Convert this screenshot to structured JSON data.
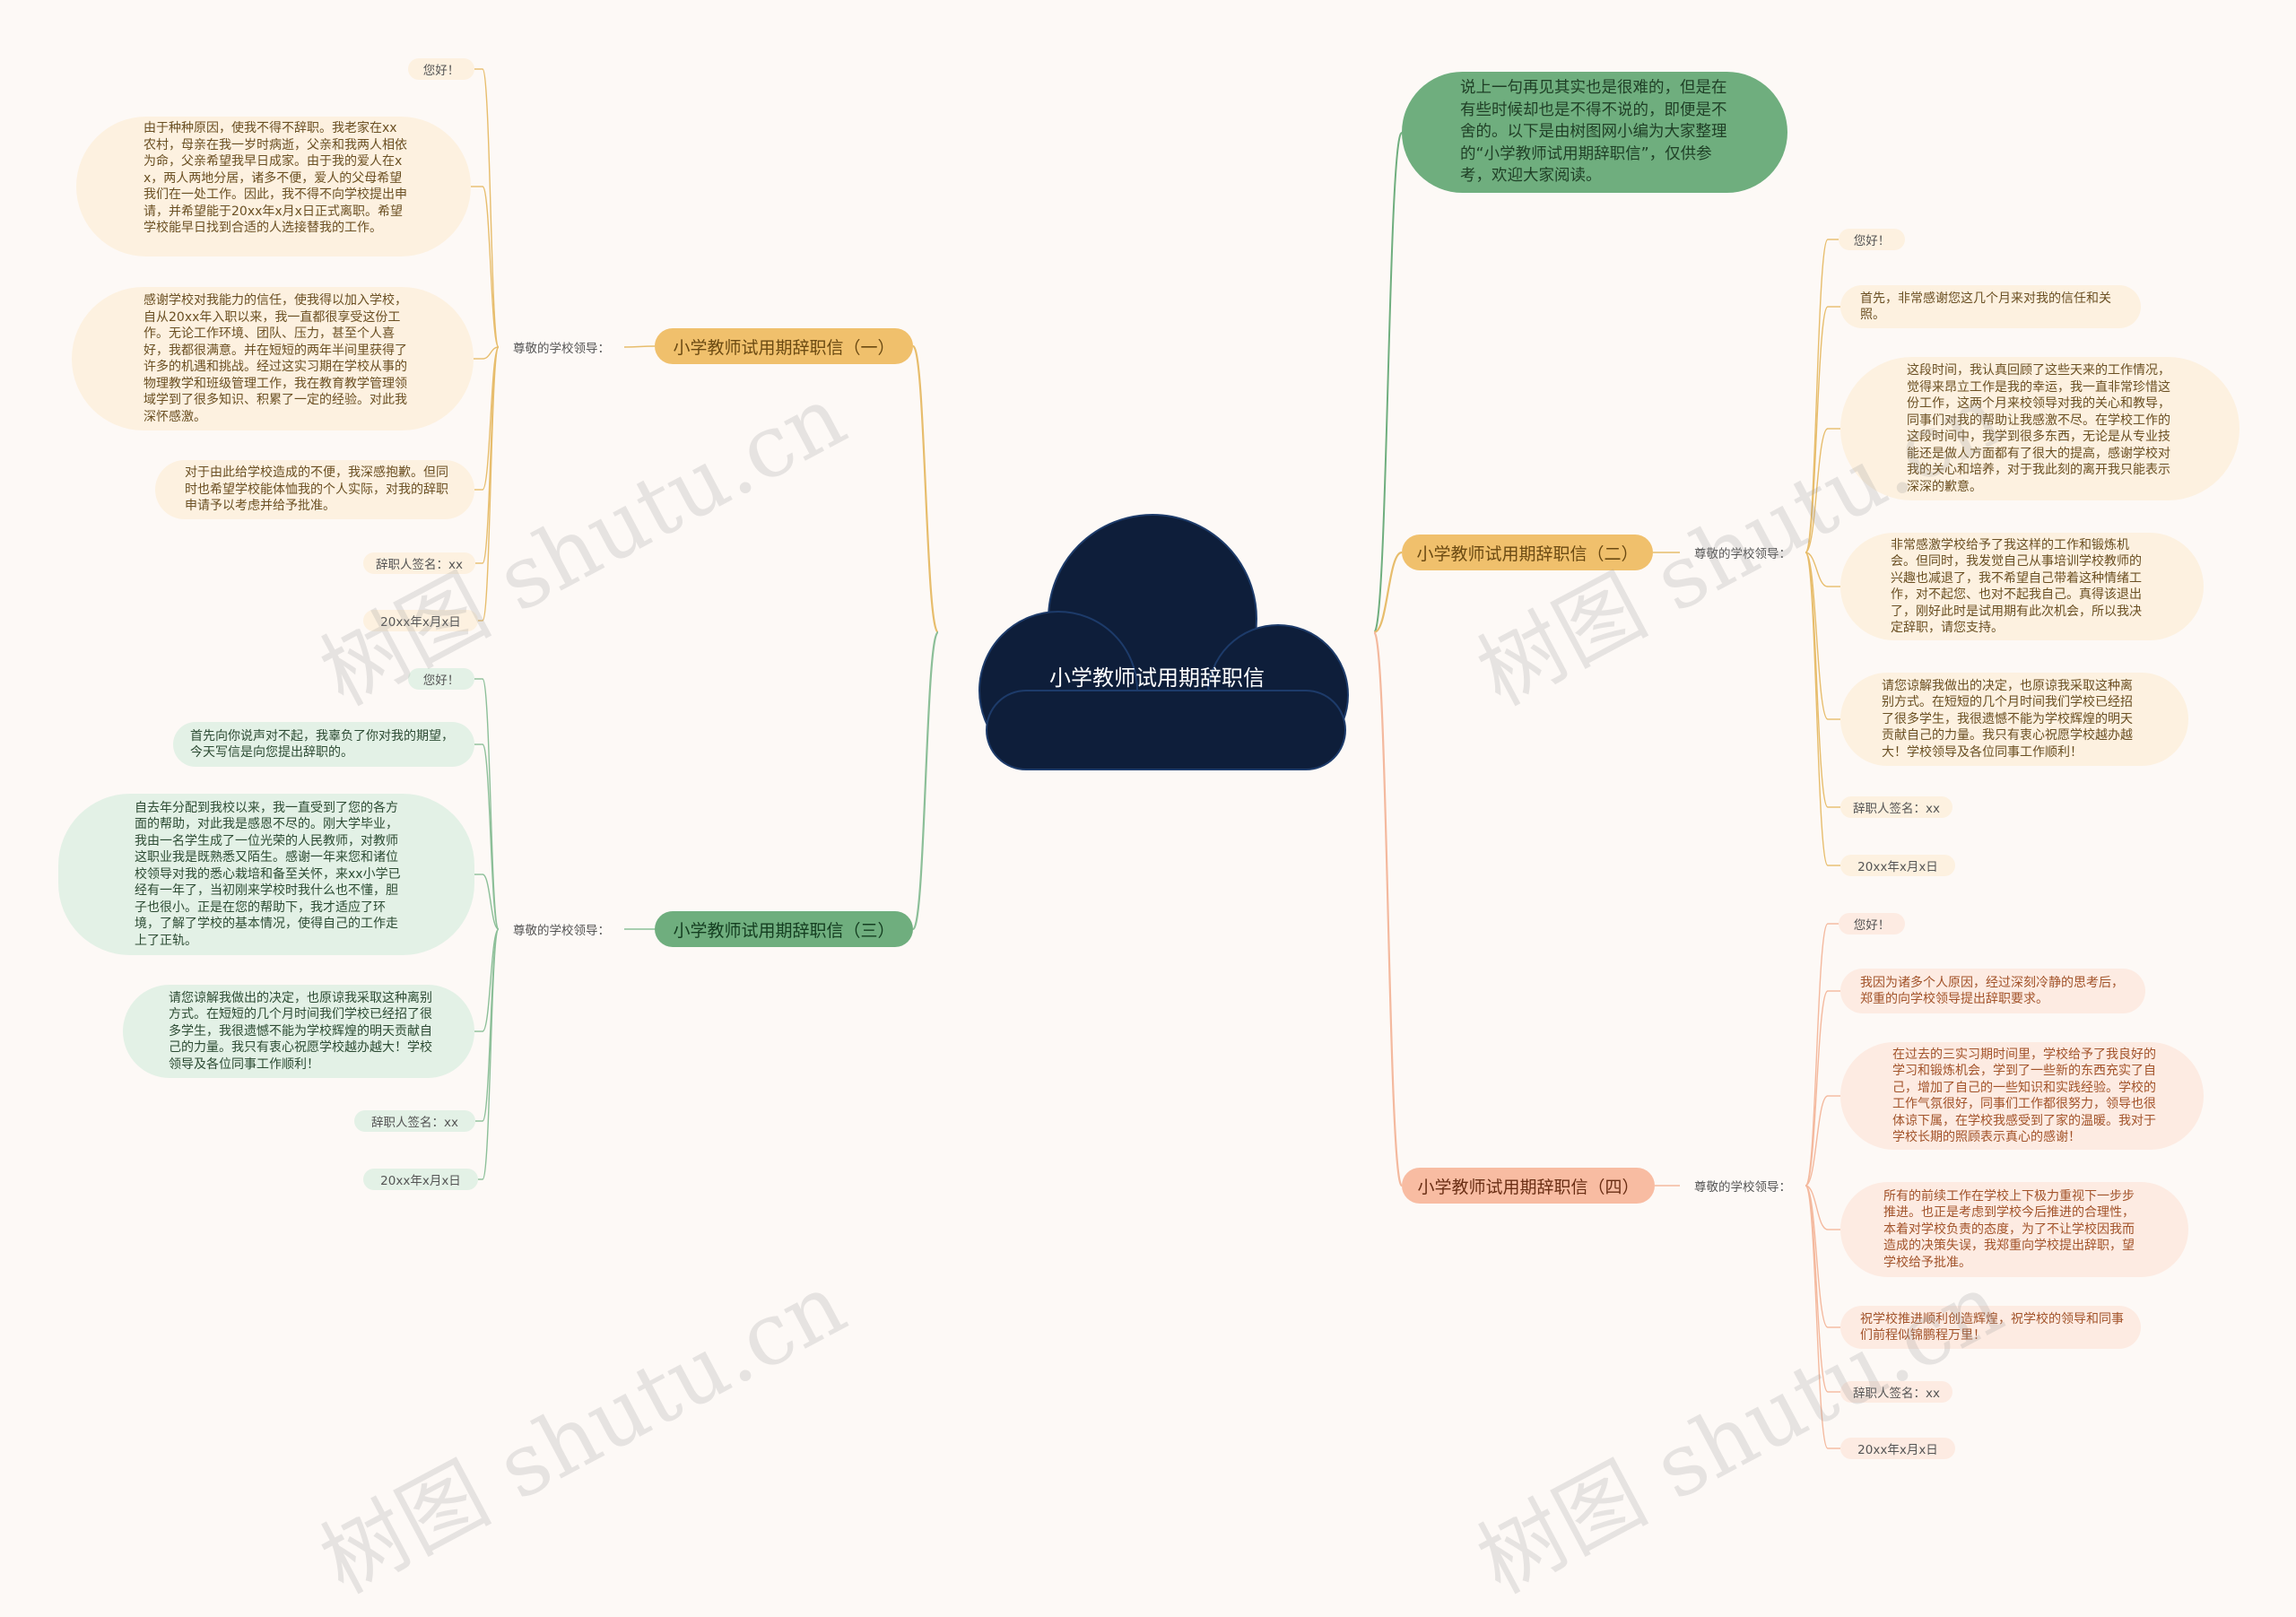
{
  "center": {
    "title": "小学教师试用期辞职信"
  },
  "intro": {
    "text": "说上一句再见其实也是很难的，但是在有些时候却也是不得不说的，即便是不舍的。以下是由树图网小编为大家整理的“小学教师试用期辞职信”，仅供参考，欢迎大家阅读。"
  },
  "watermark": "树图 shutu.cn",
  "colors": {
    "background": "#fdf9f6",
    "center": "#0e1e3a",
    "intro": "#6fae7e",
    "branch1": "#f0c06c",
    "branch2": "#f0c06c",
    "branch3": "#6fae7e",
    "branch4": "#f8bca2"
  },
  "branches": [
    {
      "label": "小学教师试用期辞职信（一）",
      "salutation": "尊敬的学校领导：",
      "items": [
        {
          "text": "您好！"
        },
        {
          "text": "由于种种原因，使我不得不辞职。我老家在xx农村，母亲在我一岁时病逝，父亲和我两人相依为命，父亲希望我早日成家。由于我的爱人在xx，两人两地分居，诸多不便，爱人的父母希望我们在一处工作。因此，我不得不向学校提出申请，并希望能于20xx年x月x日正式离职。希望学校能早日找到合适的人选接替我的工作。"
        },
        {
          "text": "感谢学校对我能力的信任，使我得以加入学校，自从20xx年入职以来，我一直都很享受这份工作。无论工作环境、团队、压力，甚至个人喜好，我都很满意。并在短短的两年半间里获得了许多的机遇和挑战。经过这实习期在学校从事的物理教学和班级管理工作，我在教育教学管理领域学到了很多知识、积累了一定的经验。对此我深怀感激。"
        },
        {
          "text": "对于由此给学校造成的不便，我深感抱歉。但同时也希望学校能体恤我的个人实际，对我的辞职申请予以考虑并给予批准。"
        },
        {
          "text": "辞职人签名：xx"
        },
        {
          "text": "20xx年x月x日"
        }
      ]
    },
    {
      "label": "小学教师试用期辞职信（二）",
      "salutation": "尊敬的学校领导：",
      "items": [
        {
          "text": "您好！"
        },
        {
          "text": "首先，非常感谢您这几个月来对我的信任和关照。"
        },
        {
          "text": "这段时间，我认真回顾了这些天来的工作情况，觉得来昂立工作是我的幸运，我一直非常珍惜这份工作，这两个月来校领导对我的关心和教导，同事们对我的帮助让我感激不尽。在学校工作的这段时间中，我学到很多东西，无论是从专业技能还是做人方面都有了很大的提高，感谢学校对我的关心和培养，对于我此刻的离开我只能表示深深的歉意。"
        },
        {
          "text": "非常感激学校给予了我这样的工作和锻炼机会。但同时，我发觉自己从事培训学校教师的兴趣也减退了，我不希望自己带着这种情绪工作，对不起您、也对不起我自己。真得该退出了，刚好此时是试用期有此次机会，所以我决定辞职，请您支持。"
        },
        {
          "text": "请您谅解我做出的决定，也原谅我采取这种离别方式。在短短的几个月时间我们学校已经招了很多学生，我很遗憾不能为学校辉煌的明天贡献自己的力量。我只有衷心祝愿学校越办越大！学校领导及各位同事工作顺利！"
        },
        {
          "text": "辞职人签名：xx"
        },
        {
          "text": "20xx年x月x日"
        }
      ]
    },
    {
      "label": "小学教师试用期辞职信（三）",
      "salutation": "尊敬的学校领导：",
      "items": [
        {
          "text": "您好！"
        },
        {
          "text": "首先向你说声对不起，我辜负了你对我的期望，今天写信是向您提出辞职的。"
        },
        {
          "text": "自去年分配到我校以来，我一直受到了您的各方面的帮助，对此我是感恩不尽的。刚大学毕业，我由一名学生成了一位光荣的人民教师，对教师这职业我是既熟悉又陌生。感谢一年来您和诸位校领导对我的悉心栽培和备至关怀，来xx小学已经有一年了，当初刚来学校时我什么也不懂，胆子也很小。正是在您的帮助下，我才适应了环境，了解了学校的基本情况，使得自己的工作走上了正轨。"
        },
        {
          "text": "请您谅解我做出的决定，也原谅我采取这种离别方式。在短短的几个月时间我们学校已经招了很多学生，我很遗憾不能为学校辉煌的明天贡献自己的力量。我只有衷心祝愿学校越办越大！学校领导及各位同事工作顺利！"
        },
        {
          "text": "辞职人签名：xx"
        },
        {
          "text": "20xx年x月x日"
        }
      ]
    },
    {
      "label": "小学教师试用期辞职信（四）",
      "salutation": "尊敬的学校领导：",
      "items": [
        {
          "text": "您好！"
        },
        {
          "text": "我因为诸多个人原因，经过深刻冷静的思考后，郑重的向学校领导提出辞职要求。"
        },
        {
          "text": "在过去的三实习期时间里，学校给予了我良好的学习和锻炼机会，学到了一些新的东西充实了自己，增加了自己的一些知识和实践经验。学校的工作气氛很好，同事们工作都很努力，领导也很体谅下属，在学校我感受到了家的温暖。我对于学校长期的照顾表示真心的感谢！"
        },
        {
          "text": "所有的前续工作在学校上下极力重视下一步步推进。也正是考虑到学校今后推进的合理性，本着对学校负责的态度，为了不让学校因我而造成的决策失误，我郑重向学校提出辞职，望学校给予批准。"
        },
        {
          "text": "祝学校推进顺利创造辉煌，祝学校的领导和同事们前程似锦鹏程万里！"
        },
        {
          "text": "辞职人签名：xx"
        },
        {
          "text": "20xx年x月x日"
        }
      ]
    }
  ]
}
